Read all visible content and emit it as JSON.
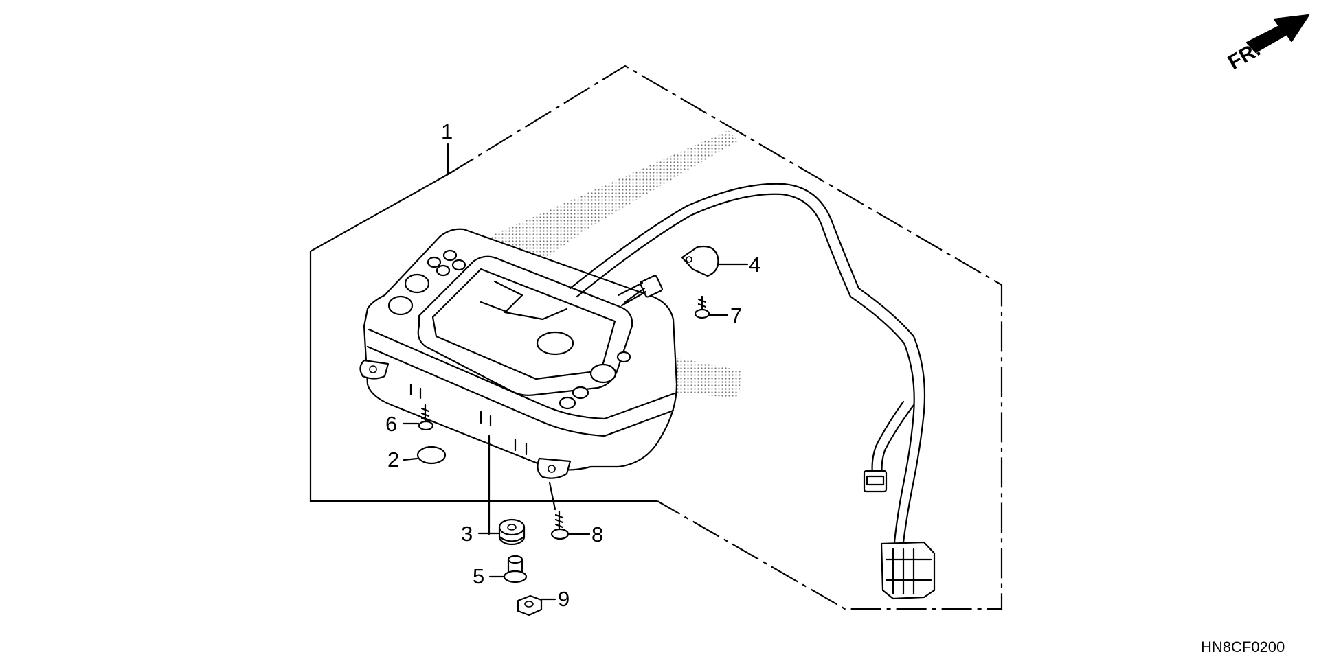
{
  "diagram": {
    "direction_label": "FR.",
    "drawing_code": "HN8CF0200",
    "callouts": [
      "1",
      "2",
      "3",
      "4",
      "5",
      "6",
      "7",
      "8",
      "9"
    ]
  }
}
